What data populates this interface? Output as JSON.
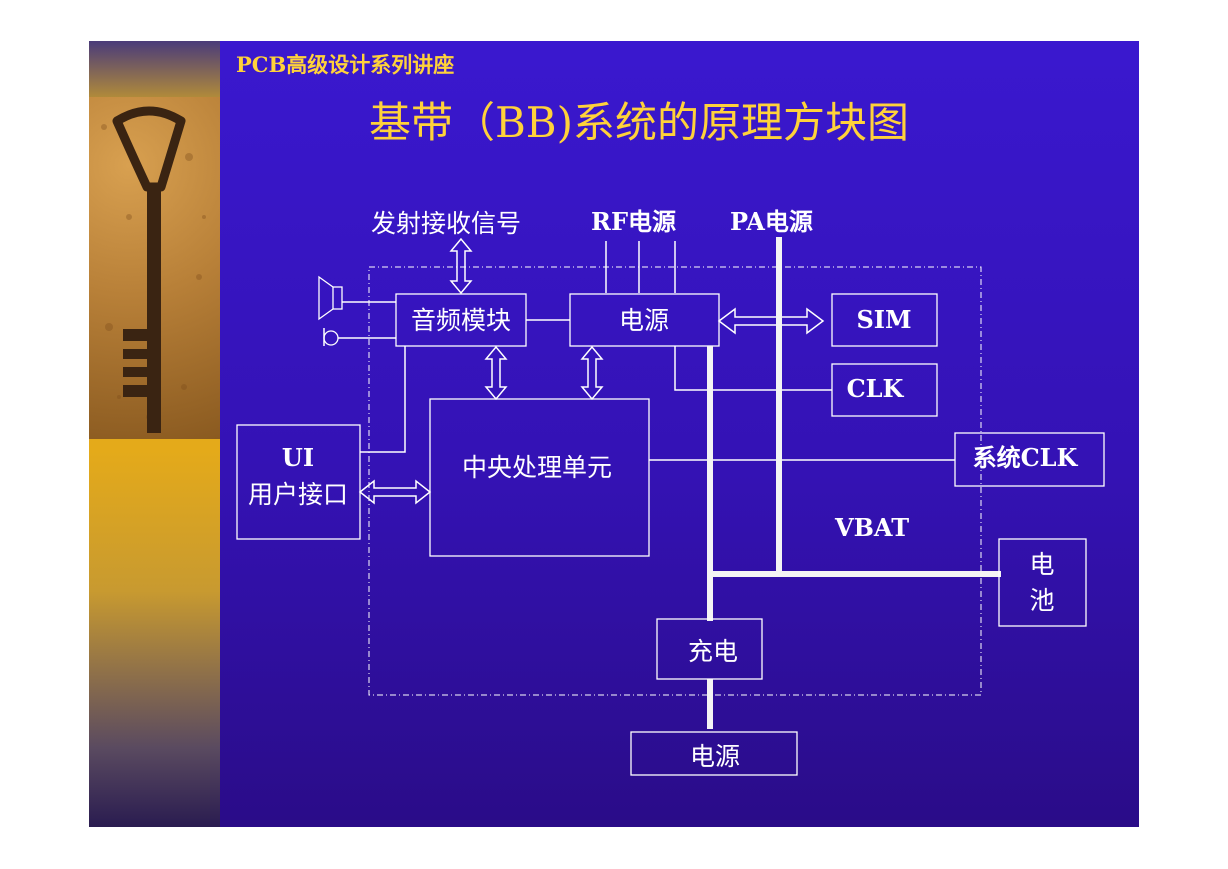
{
  "header": {
    "series": "PCB高级设计系列讲座",
    "title": "基带（BB)系统的原理方块图"
  },
  "diagram": {
    "labels": {
      "tx_rx_signal": "发射接收信号",
      "rf_power": "RF电源",
      "pa_power": "PA电源",
      "vbat": "VBAT"
    },
    "blocks": {
      "audio_module": "音频模块",
      "power_unit": "电源",
      "sim": "SIM",
      "clk": "CLK",
      "cpu": "中央处理单元",
      "ui_line1": "UI",
      "ui_line2": "用户接口",
      "system_clk": "系统CLK",
      "battery_line1": "电",
      "battery_line2": "池",
      "charger": "充电",
      "external_power": "电源"
    }
  },
  "colors": {
    "title": "#ffd23a",
    "background": "#3a18cf",
    "lines": "#ffffff"
  },
  "icons": [
    "speaker-icon",
    "microphone-icon",
    "key-photo"
  ]
}
